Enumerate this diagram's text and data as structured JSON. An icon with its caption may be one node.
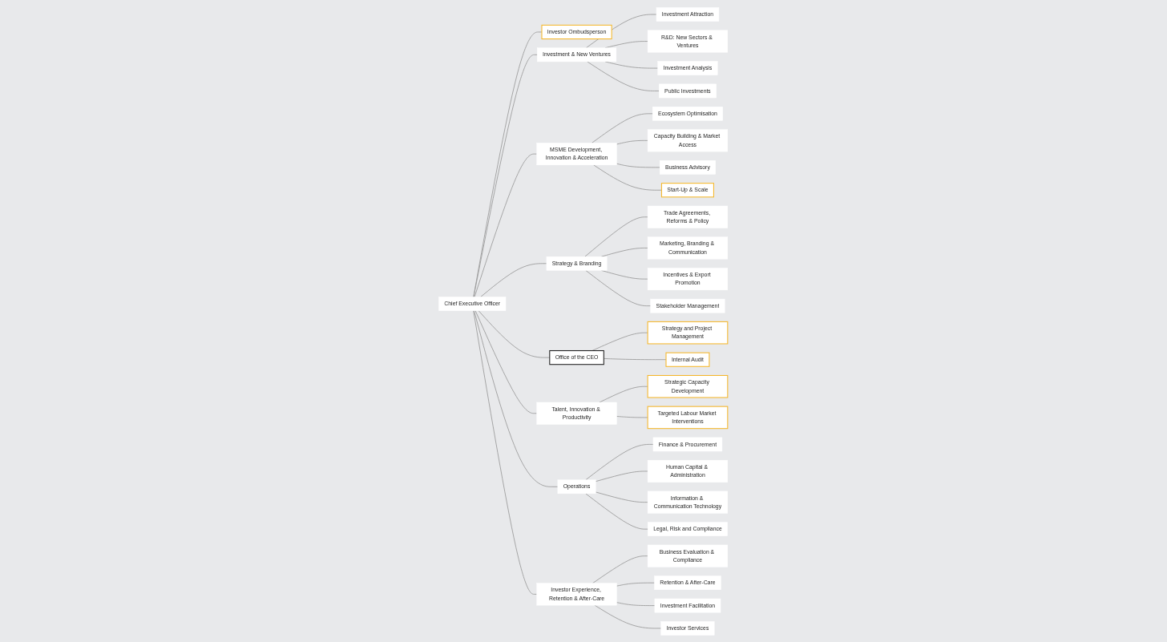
{
  "diagram": {
    "nodes": [
      {
        "text": [
          "Chief Executive Officer"
        ]
      },
      {
        "text": [
          "Investor Ombudsperson"
        ]
      },
      {
        "text": [
          "Investment & New Ventures"
        ]
      },
      {
        "text": [
          "MSME Development, Innovation & Acceleration"
        ]
      },
      {
        "text": [
          "Strategy & Branding"
        ]
      },
      {
        "text": [
          "Office of the CEO"
        ]
      },
      {
        "text": [
          "Talent, Innovation & Productivity"
        ]
      },
      {
        "text": [
          "Operations"
        ]
      },
      {
        "text": [
          "Investor Experience, Retention & After-Care"
        ]
      },
      {
        "text": [
          "Investment Attraction"
        ]
      },
      {
        "text": [
          "R&D: New Sectors & Ventures"
        ]
      },
      {
        "text": [
          "Investment Analysis"
        ]
      },
      {
        "text": [
          "Public Investments"
        ]
      },
      {
        "text": [
          "Ecosystem Optimisation"
        ]
      },
      {
        "text": [
          "Capacity Building & Market Access"
        ]
      },
      {
        "text": [
          "Business Advisory"
        ]
      },
      {
        "text": [
          "Start-Up & Scale"
        ]
      },
      {
        "text": [
          "Trade Agreements, Reforms & Policy"
        ]
      },
      {
        "text": [
          "Marketing, Branding & Communication"
        ]
      },
      {
        "text": [
          "Incentives & Export Promotion"
        ]
      },
      {
        "text": [
          "Stakeholder Management"
        ]
      },
      {
        "text": [
          "Strategy and Project Management"
        ]
      },
      {
        "text": [
          "Internal Audit"
        ]
      },
      {
        "text": [
          "Strategic Capacity Development"
        ]
      },
      {
        "text": [
          "Targeted Labour Market Interventions"
        ]
      },
      {
        "text": [
          "Finance & Procurement"
        ]
      },
      {
        "text": [
          "Human Capital & Administration"
        ]
      },
      {
        "text": [
          "Information & Communication Technology"
        ]
      },
      {
        "text": [
          "Legal, Risk and Compliance"
        ]
      },
      {
        "text": [
          "Business Evaluation & Compliance"
        ]
      },
      {
        "text": [
          "Retention & After-Care"
        ]
      },
      {
        "text": [
          "Investment Facilitation"
        ]
      },
      {
        "text": [
          "Investor Services"
        ]
      }
    ],
    "edges": [
      {
        "from": 0,
        "to": 2,
        "arrow": "none"
      },
      {
        "from": 0,
        "to": 3,
        "arrow": "none"
      },
      {
        "from": 0,
        "to": 4,
        "arrow": "none"
      },
      {
        "from": 0,
        "to": 5,
        "arrow": "none"
      },
      {
        "from": 0,
        "to": 6,
        "arrow": "none"
      },
      {
        "from": 0,
        "to": 7,
        "arrow": "none"
      },
      {
        "from": 0,
        "to": 8,
        "arrow": "none"
      },
      {
        "from": 0,
        "to": 1,
        "arrow": "none"
      },
      {
        "from": 2,
        "to": 9,
        "arrow": "none"
      },
      {
        "from": 2,
        "to": 10,
        "arrow": "none"
      },
      {
        "from": 2,
        "to": 11,
        "arrow": "none"
      },
      {
        "from": 2,
        "to": 12,
        "arrow": "none"
      },
      {
        "from": 3,
        "to": 13,
        "arrow": "none"
      },
      {
        "from": 3,
        "to": 14,
        "arrow": "none"
      },
      {
        "from": 3,
        "to": 15,
        "arrow": "none"
      },
      {
        "from": 3,
        "to": 16,
        "arrow": "none"
      },
      {
        "from": 4,
        "to": 17,
        "arrow": "none"
      },
      {
        "from": 4,
        "to": 18,
        "arrow": "none"
      },
      {
        "from": 4,
        "to": 19,
        "arrow": "none"
      },
      {
        "from": 4,
        "to": 20,
        "arrow": "none"
      },
      {
        "from": 5,
        "to": 21,
        "arrow": "none"
      },
      {
        "from": 5,
        "to": 22,
        "arrow": "none"
      },
      {
        "from": 6,
        "to": 23,
        "arrow": "none"
      },
      {
        "from": 6,
        "to": 24,
        "arrow": "none"
      },
      {
        "from": 7,
        "to": 25,
        "arrow": "none"
      },
      {
        "from": 7,
        "to": 26,
        "arrow": "none"
      },
      {
        "from": 7,
        "to": 27,
        "arrow": "none"
      },
      {
        "from": 7,
        "to": 28,
        "arrow": "none"
      },
      {
        "from": 8,
        "to": 29,
        "arrow": "none"
      },
      {
        "from": 8,
        "to": 30,
        "arrow": "none"
      },
      {
        "from": 8,
        "to": 31,
        "arrow": "none"
      },
      {
        "from": 8,
        "to": 32,
        "arrow": "none"
      }
    ]
  }
}
